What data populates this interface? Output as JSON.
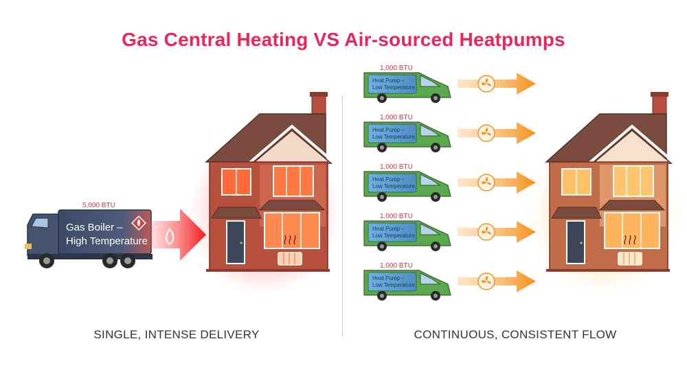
{
  "title": "Gas Central Heating VS Air-sourced Heatpumps",
  "left": {
    "btu_label": "5,000 BTU",
    "truck_line1": "Gas Boiler –",
    "truck_line2": "High Temperature",
    "caption": "SINGLE, INTENSE DELIVERY"
  },
  "right": {
    "vans": [
      {
        "btu_label": "1,000 BTU",
        "line1": "Heat Pump –",
        "line2": "Low Temperature"
      },
      {
        "btu_label": "1,000 BTU",
        "line1": "Heat Pump –",
        "line2": "Low Temperature"
      },
      {
        "btu_label": "1,000 BTU",
        "line1": "Heat Pump –",
        "line2": "Low Temperature"
      },
      {
        "btu_label": "1,000 BTU",
        "line1": "Heat Pump –",
        "line2": "Low Temperature"
      },
      {
        "btu_label": "1,000 BTU",
        "line1": "Heat Pump –",
        "line2": "Low Temperature"
      }
    ],
    "caption": "CONTINUOUS, CONSISTENT FLOW"
  },
  "colors": {
    "title": "#e8265e",
    "gas_arrow": "#ee2a2a",
    "heatpump_arrow": "#f59a2a",
    "truck_body": "#46536e",
    "van_body": "#5aa84e",
    "van_panel": "#5b9ed6",
    "brick": "#b8503e",
    "roof": "#7a4b3e"
  },
  "icons": [
    "flame-icon",
    "hazard-diamond-icon",
    "fan-icon",
    "radiator-icon",
    "heat-waves-icon"
  ]
}
